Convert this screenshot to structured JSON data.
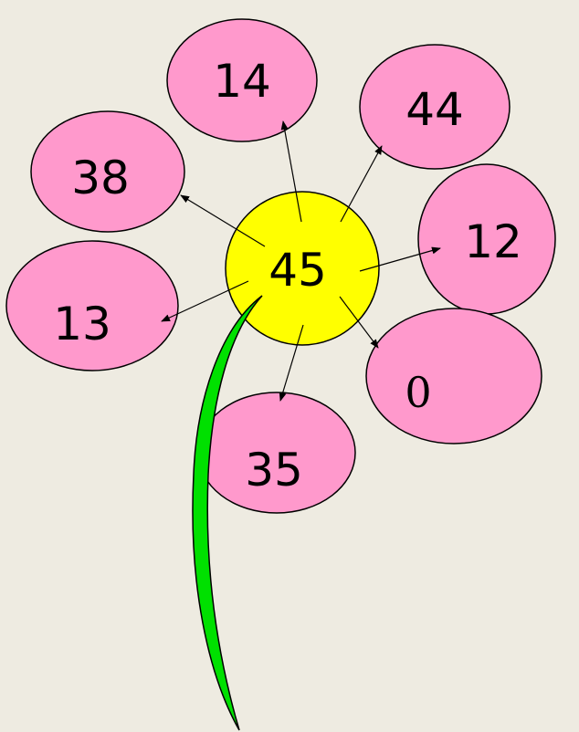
{
  "colors": {
    "background": "#eeebe1",
    "petal": "#ff99cc",
    "center": "#ffff00",
    "stem": "#00e000"
  },
  "center": {
    "label": "45"
  },
  "petals": [
    {
      "id": "top",
      "label": "14"
    },
    {
      "id": "top-right",
      "label": "44"
    },
    {
      "id": "left-upper",
      "label": "38"
    },
    {
      "id": "right",
      "label": "12"
    },
    {
      "id": "left-lower",
      "label": "13"
    },
    {
      "id": "bottom-right",
      "label": "0"
    },
    {
      "id": "bottom",
      "label": "35"
    }
  ]
}
